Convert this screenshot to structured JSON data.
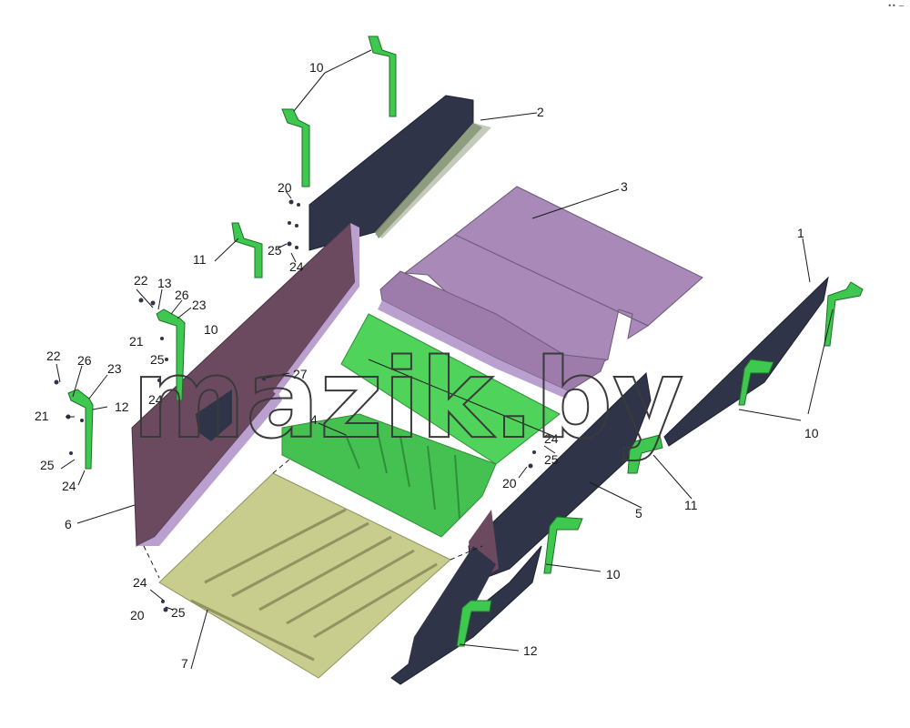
{
  "watermark": "mazik.by",
  "corner_mark": "•• −",
  "callouts": {
    "c1": "1",
    "c2": "2",
    "c3": "3",
    "c4": "4",
    "c5": "5",
    "c6": "6",
    "c7": "7",
    "c10a": "10",
    "c10b": "10",
    "c10c": "10",
    "c10d": "10",
    "c11a": "11",
    "c11b": "11",
    "c12a": "12",
    "c12b": "12",
    "c13": "13",
    "c20a": "20",
    "c20b": "20",
    "c20c": "20",
    "c21a": "21",
    "c21b": "21",
    "c22a": "22",
    "c22b": "22",
    "c23a": "23",
    "c23b": "23",
    "c24a": "24",
    "c24b": "24",
    "c24c": "24",
    "c24d": "24",
    "c24e": "24",
    "c25a": "25",
    "c25b": "25",
    "c25c": "25",
    "c25d": "25",
    "c25e": "25",
    "c26a": "26",
    "c26b": "26",
    "c27": "27"
  },
  "colors": {
    "dark_panel": "#2f3448",
    "maroon_panel": "#6b4a60",
    "lilac_panel": "#a889b8",
    "green_panel": "#4fd35a",
    "tan_panel": "#c8cc8c",
    "bracket_green": "#3fc84f",
    "lilac_edge": "#b9a0cf"
  }
}
